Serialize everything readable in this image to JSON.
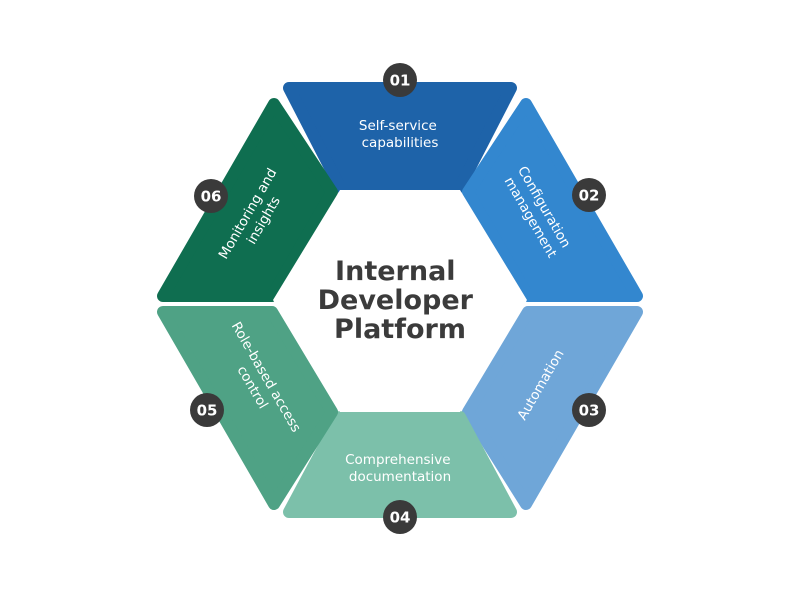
{
  "center_title": [
    "Internal",
    "Developer",
    "Platform"
  ],
  "segments": [
    {
      "number": "01",
      "lines": [
        "Self-service",
        "capabilities"
      ],
      "color": "#1e63a9"
    },
    {
      "number": "02",
      "lines": [
        "Configuration",
        "management"
      ],
      "color": "#3387cf"
    },
    {
      "number": "03",
      "lines": [
        "Automation"
      ],
      "color": "#6fa6d8"
    },
    {
      "number": "04",
      "lines": [
        "Comprehensive",
        "documentation"
      ],
      "color": "#7cc0aa"
    },
    {
      "number": "05",
      "lines": [
        "Role-based access",
        "control"
      ],
      "color": "#4fa285"
    },
    {
      "number": "06",
      "lines": [
        "Monitoring and",
        "insights"
      ],
      "color": "#0f6e50"
    }
  ],
  "colors": {
    "badge": "#3a3a3a",
    "center_text": "#3b3b3b",
    "center_fill": "#ffffff"
  }
}
